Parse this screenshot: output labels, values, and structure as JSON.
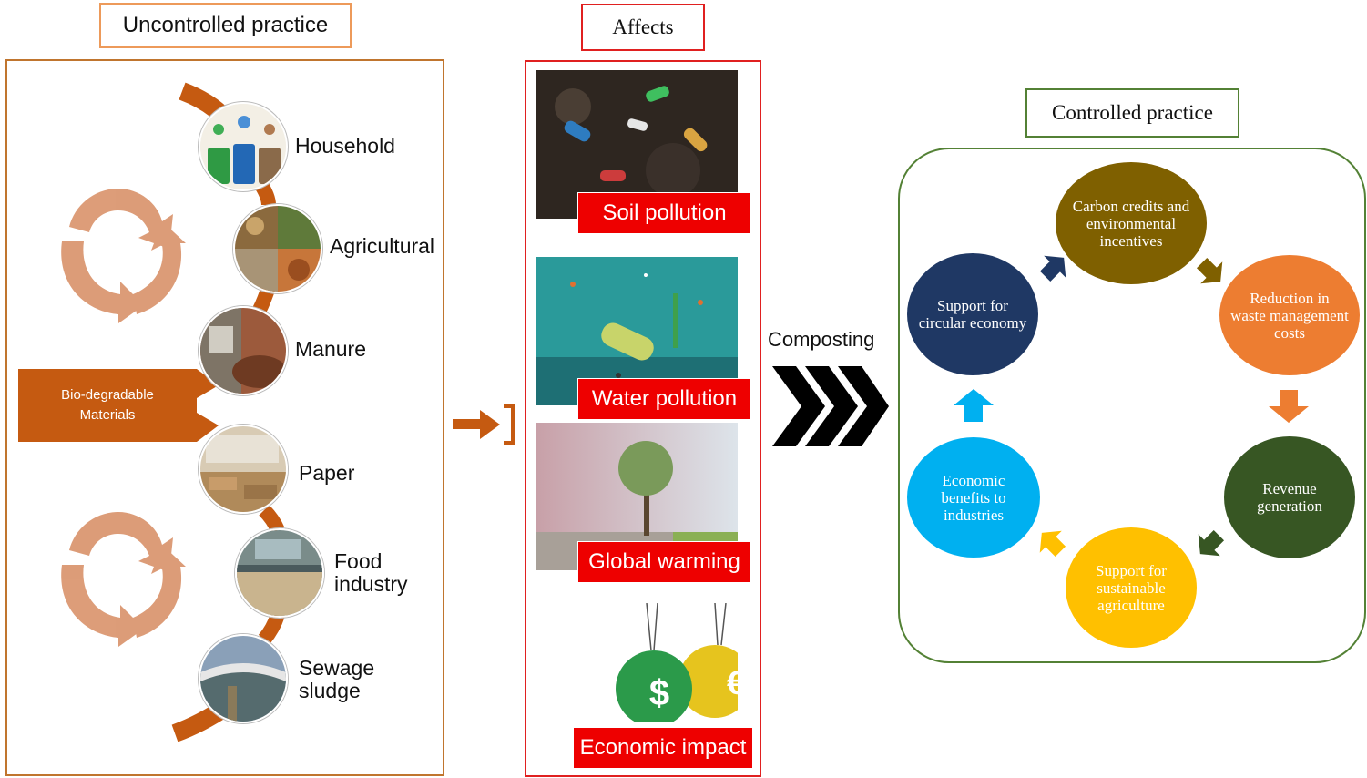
{
  "left_panel": {
    "title": "Uncontrolled practice",
    "center_label": "Bio-degradable\nMaterials",
    "sources": [
      {
        "label": "Household"
      },
      {
        "label": "Agricultural"
      },
      {
        "label": "Manure"
      },
      {
        "label": "Paper"
      },
      {
        "label": "Food\nindustry"
      },
      {
        "label": "Sewage\nsludge"
      }
    ]
  },
  "middle_panel": {
    "title": "Affects",
    "items": [
      {
        "label": "Soil pollution"
      },
      {
        "label": "Water pollution"
      },
      {
        "label": "Global warming"
      },
      {
        "label": "Economic impact"
      }
    ]
  },
  "process": {
    "label": "Composting"
  },
  "right_panel": {
    "title": "Controlled practice",
    "cycle": [
      {
        "label": "Carbon credits and environmental incentives",
        "color": "#7f6000"
      },
      {
        "label": "Reduction in waste management costs",
        "color": "#ed7d31"
      },
      {
        "label": "Revenue generation",
        "color": "#375623"
      },
      {
        "label": "Support for sustainable agriculture",
        "color": "#ffc000"
      },
      {
        "label": "Economic benefits to industries",
        "color": "#00b0f0"
      },
      {
        "label": "Support for circular economy",
        "color": "#1f3864"
      }
    ]
  },
  "colors": {
    "brown_accent": "#c55a11",
    "left_border": "#c0752e",
    "middle_border": "#e02020",
    "right_border": "#538135"
  }
}
